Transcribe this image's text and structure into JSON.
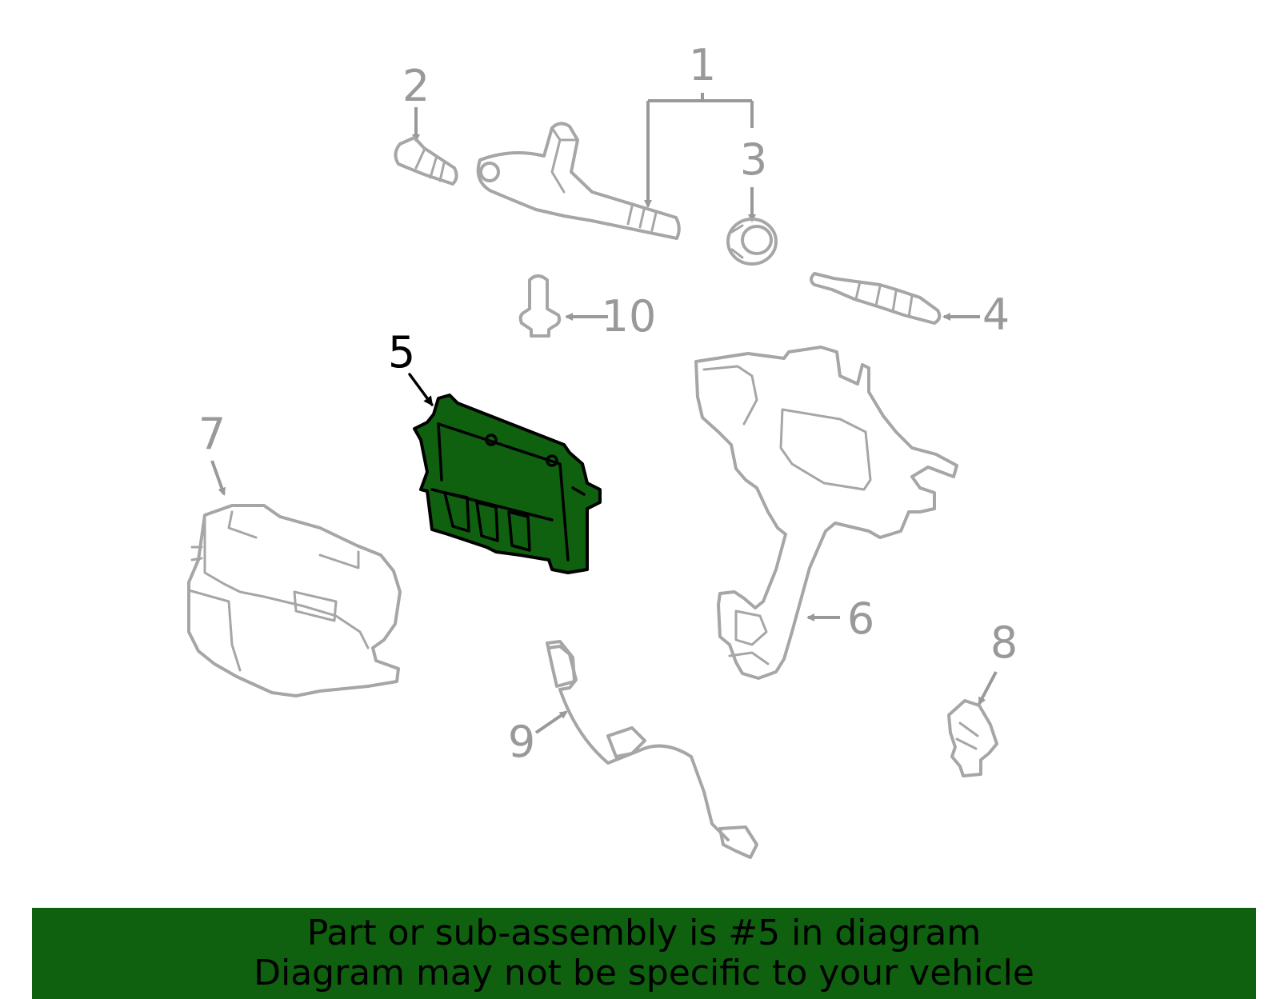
{
  "callouts": [
    {
      "num": "1"
    },
    {
      "num": "2"
    },
    {
      "num": "3"
    },
    {
      "num": "4"
    },
    {
      "num": "5"
    },
    {
      "num": "6"
    },
    {
      "num": "7"
    },
    {
      "num": "8"
    },
    {
      "num": "9"
    },
    {
      "num": "10"
    }
  ],
  "highlighted_part": "5",
  "colors": {
    "highlight": "#0f600f",
    "line": "#a6a6a6",
    "label": "#999999",
    "banner": "#0f600f"
  },
  "banner": {
    "line1": "Part or sub-assembly is #5 in diagram",
    "line2": "Diagram may not be specific to your vehicle"
  }
}
